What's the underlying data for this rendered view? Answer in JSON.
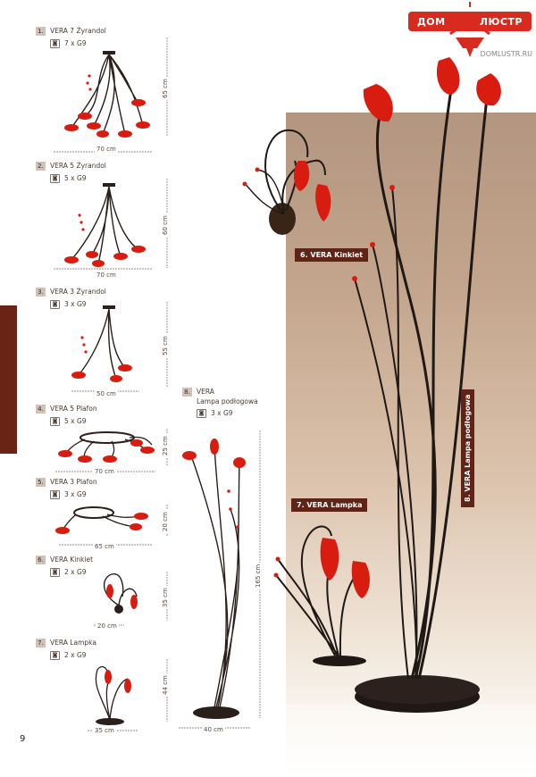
{
  "logo": {
    "left": "ДОМ",
    "right": "ЛЮСТР",
    "url": "DOMLUSTR.RU"
  },
  "items": [
    {
      "num": "1.",
      "title": "VERA 7 Żyrandol",
      "bulbs": "7 x G9",
      "width": "70 cm",
      "height": "65 cm"
    },
    {
      "num": "2.",
      "title": "VERA 5 Żyrandol",
      "bulbs": "5 x G9",
      "width": "70 cm",
      "height": "60 cm"
    },
    {
      "num": "3.",
      "title": "VERA 3 Żyrandol",
      "bulbs": "3 x G9",
      "width": "50 cm",
      "height": "55 cm"
    },
    {
      "num": "4.",
      "title": "VERA 5 Plafon",
      "bulbs": "5 x G9",
      "width": "70 cm",
      "height": "25 cm"
    },
    {
      "num": "5.",
      "title": "VERA 3 Plafon",
      "bulbs": "3 x G9",
      "width": "65 cm",
      "height": "20 cm"
    },
    {
      "num": "6.",
      "title": "VERA Kinkiet",
      "bulbs": "2 x G9",
      "width": "20 cm",
      "height": "35 cm"
    },
    {
      "num": "7.",
      "title": "VERA Lampka",
      "bulbs": "2 x G9",
      "width": "35 cm",
      "height": "44 cm"
    }
  ],
  "floor": {
    "num": "8.",
    "title": "VERA",
    "subtitle": "Lampa podłogowa",
    "bulbs": "3 x G9",
    "width": "40 cm",
    "height": "165 cm"
  },
  "photo_labels": {
    "kinkiet": "6. VERA Kinkiet",
    "lampka": "7. VERA Lampka",
    "floor": "8. VERA Lampa podłogowa"
  },
  "page_number": "9",
  "colors": {
    "accent": "#5e2418",
    "glass": "#d81c10",
    "metal": "#2a1f1a",
    "logo_red": "#d62b1e"
  }
}
